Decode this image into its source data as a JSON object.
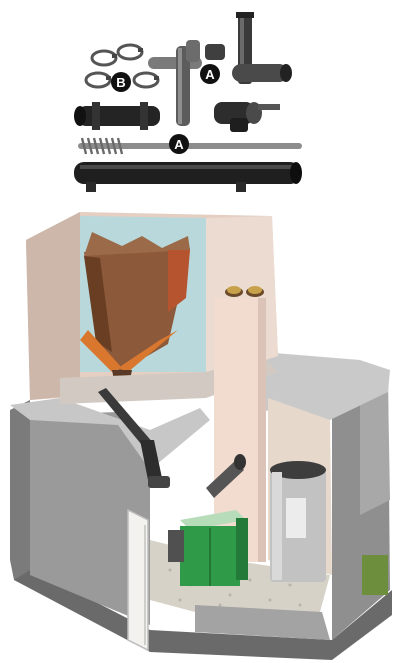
{
  "callouts": {
    "a_top": "A",
    "b": "B",
    "a_bottom": "A"
  },
  "colors": {
    "parts_dark": "#1c1c1c",
    "parts_grey": "#6b6b6b",
    "wall_grey": "#8a8a8a",
    "wall_light": "#c8c8c8",
    "wall_inner": "#f1dfd3",
    "pellet_brown": "#8c5a3a",
    "hopper_orange": "#d9772e",
    "boiler_green": "#2f9a47",
    "tank_grey": "#b8b8b8",
    "floor_speckle": "#d7d2c8",
    "brass": "#c8a24a"
  },
  "icons": [
    "clamp-ring-icon",
    "auger-screw-icon",
    "pipe-elbow-icon",
    "motor-icon"
  ]
}
